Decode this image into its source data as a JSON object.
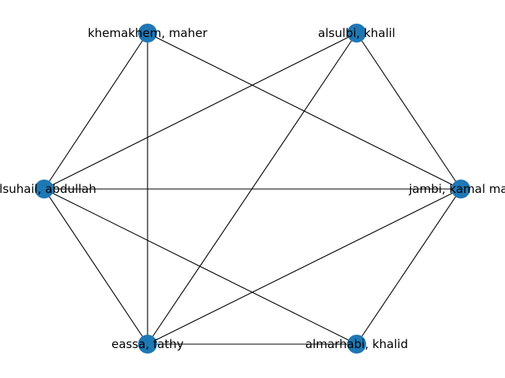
{
  "graph": {
    "node_color": "#1f77b4",
    "edge_color": "#000000",
    "nodes": [
      {
        "id": "khemakhem",
        "label": "khemakhem, maher"
      },
      {
        "id": "alsulbi",
        "label": "alsulbi, khalil"
      },
      {
        "id": "alsuhail",
        "label": "alsuhail, abdullah"
      },
      {
        "id": "jambi",
        "label": "jambi, kamal mar"
      },
      {
        "id": "eassa",
        "label": "eassa, fathy"
      },
      {
        "id": "almarhabi",
        "label": "almarhabi, khalid"
      }
    ],
    "edges": [
      [
        "khemakhem",
        "alsuhail"
      ],
      [
        "khemakhem",
        "eassa"
      ],
      [
        "khemakhem",
        "jambi"
      ],
      [
        "alsulbi",
        "alsuhail"
      ],
      [
        "alsulbi",
        "eassa"
      ],
      [
        "alsulbi",
        "jambi"
      ],
      [
        "alsuhail",
        "jambi"
      ],
      [
        "alsuhail",
        "eassa"
      ],
      [
        "alsuhail",
        "almarhabi"
      ],
      [
        "jambi",
        "eassa"
      ],
      [
        "jambi",
        "almarhabi"
      ],
      [
        "eassa",
        "almarhabi"
      ]
    ]
  }
}
